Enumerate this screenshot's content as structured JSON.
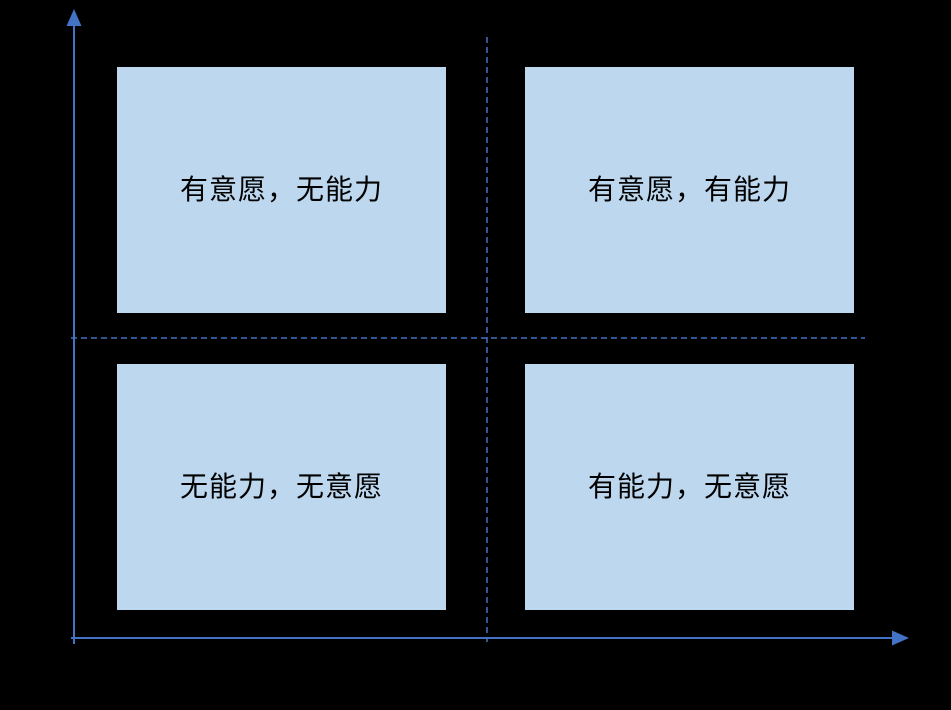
{
  "diagram": {
    "type": "quadrant-matrix",
    "background": "#000000"
  },
  "colors": {
    "axis": "#4472C4",
    "dashed_divider": "#4472C4",
    "quadrant_fill": "#BDD7EE",
    "label_text": "#000000"
  },
  "quadrants": [
    {
      "position": "top-left",
      "label": "有意愿，无能力"
    },
    {
      "position": "top-right",
      "label": "有意愿，有能力"
    },
    {
      "position": "bottom-left",
      "label": "无能力，无意愿"
    },
    {
      "position": "bottom-right",
      "label": "有能力，无意愿"
    }
  ],
  "axes": {
    "y_axis": "vertical-arrow-up",
    "x_axis": "horizontal-arrow-right"
  }
}
